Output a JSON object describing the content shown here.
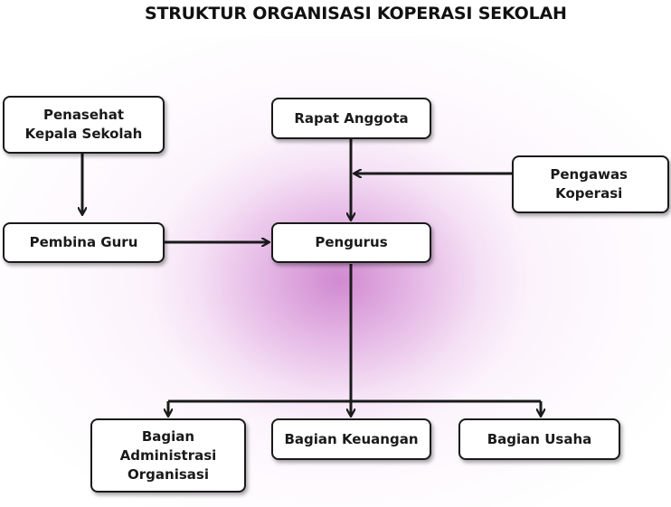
{
  "title": "STRUKTUR ORGANISASI KOPERASI SEKOLAH",
  "nodes": {
    "penasehat": {
      "lines": [
        "Penasehat",
        "Kepala Sekolah"
      ]
    },
    "rapat_anggota": {
      "lines": [
        "Rapat Anggota"
      ]
    },
    "pengawas": {
      "lines": [
        "Pengawas",
        "Koperasi"
      ]
    },
    "pembina": {
      "lines": [
        "Pembina Guru"
      ]
    },
    "pengurus": {
      "lines": [
        "Pengurus"
      ]
    },
    "bagian_administrasi": {
      "lines": [
        "Bagian",
        "Administrasi",
        "Organisasi"
      ]
    },
    "bagian_keuangan": {
      "lines": [
        "Bagian Keuangan"
      ]
    },
    "bagian_usaha": {
      "lines": [
        "Bagian Usaha"
      ]
    }
  },
  "edges": [
    {
      "from": "penasehat",
      "to": "pembina"
    },
    {
      "from": "pembina",
      "to": "pengurus"
    },
    {
      "from": "rapat_anggota",
      "to": "pengurus"
    },
    {
      "from": "pengawas",
      "to": "pengurus"
    },
    {
      "from": "pengurus",
      "to": "bagian_administrasi"
    },
    {
      "from": "pengurus",
      "to": "bagian_keuangan"
    },
    {
      "from": "pengurus",
      "to": "bagian_usaha"
    }
  ]
}
